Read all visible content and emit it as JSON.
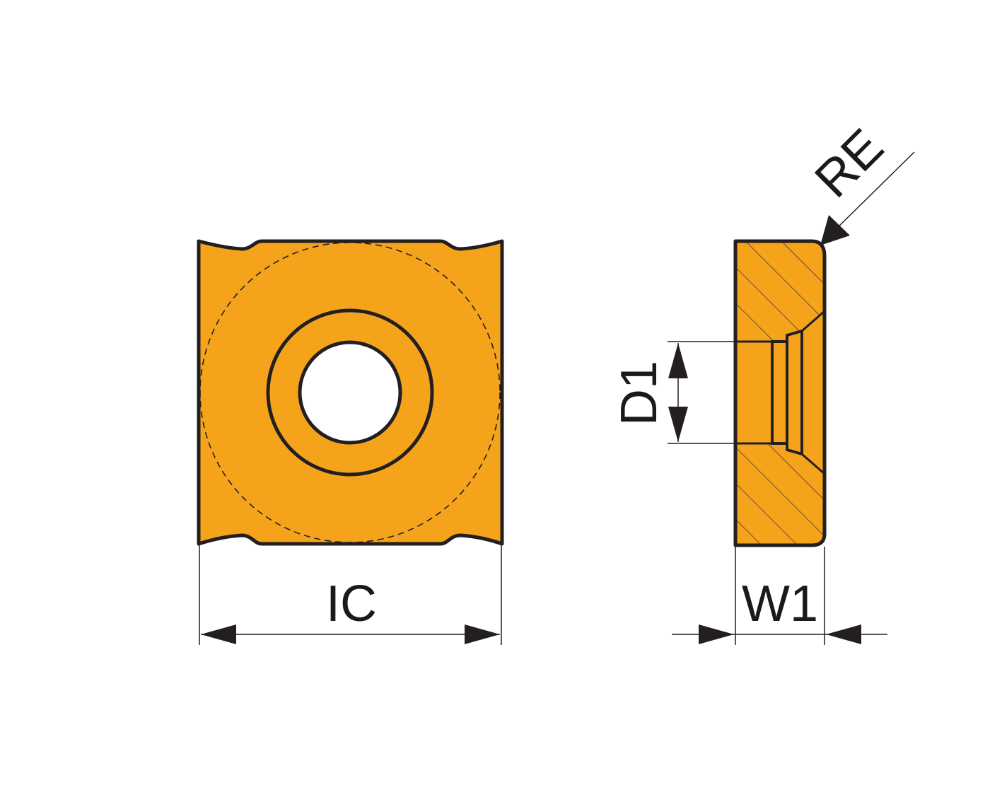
{
  "labels": {
    "ic": "IC",
    "w1": "W1",
    "d1": "D1",
    "re": "RE"
  },
  "colors": {
    "insert_fill": "#f6a31c",
    "outline": "#231f20",
    "background": "#ffffff"
  }
}
